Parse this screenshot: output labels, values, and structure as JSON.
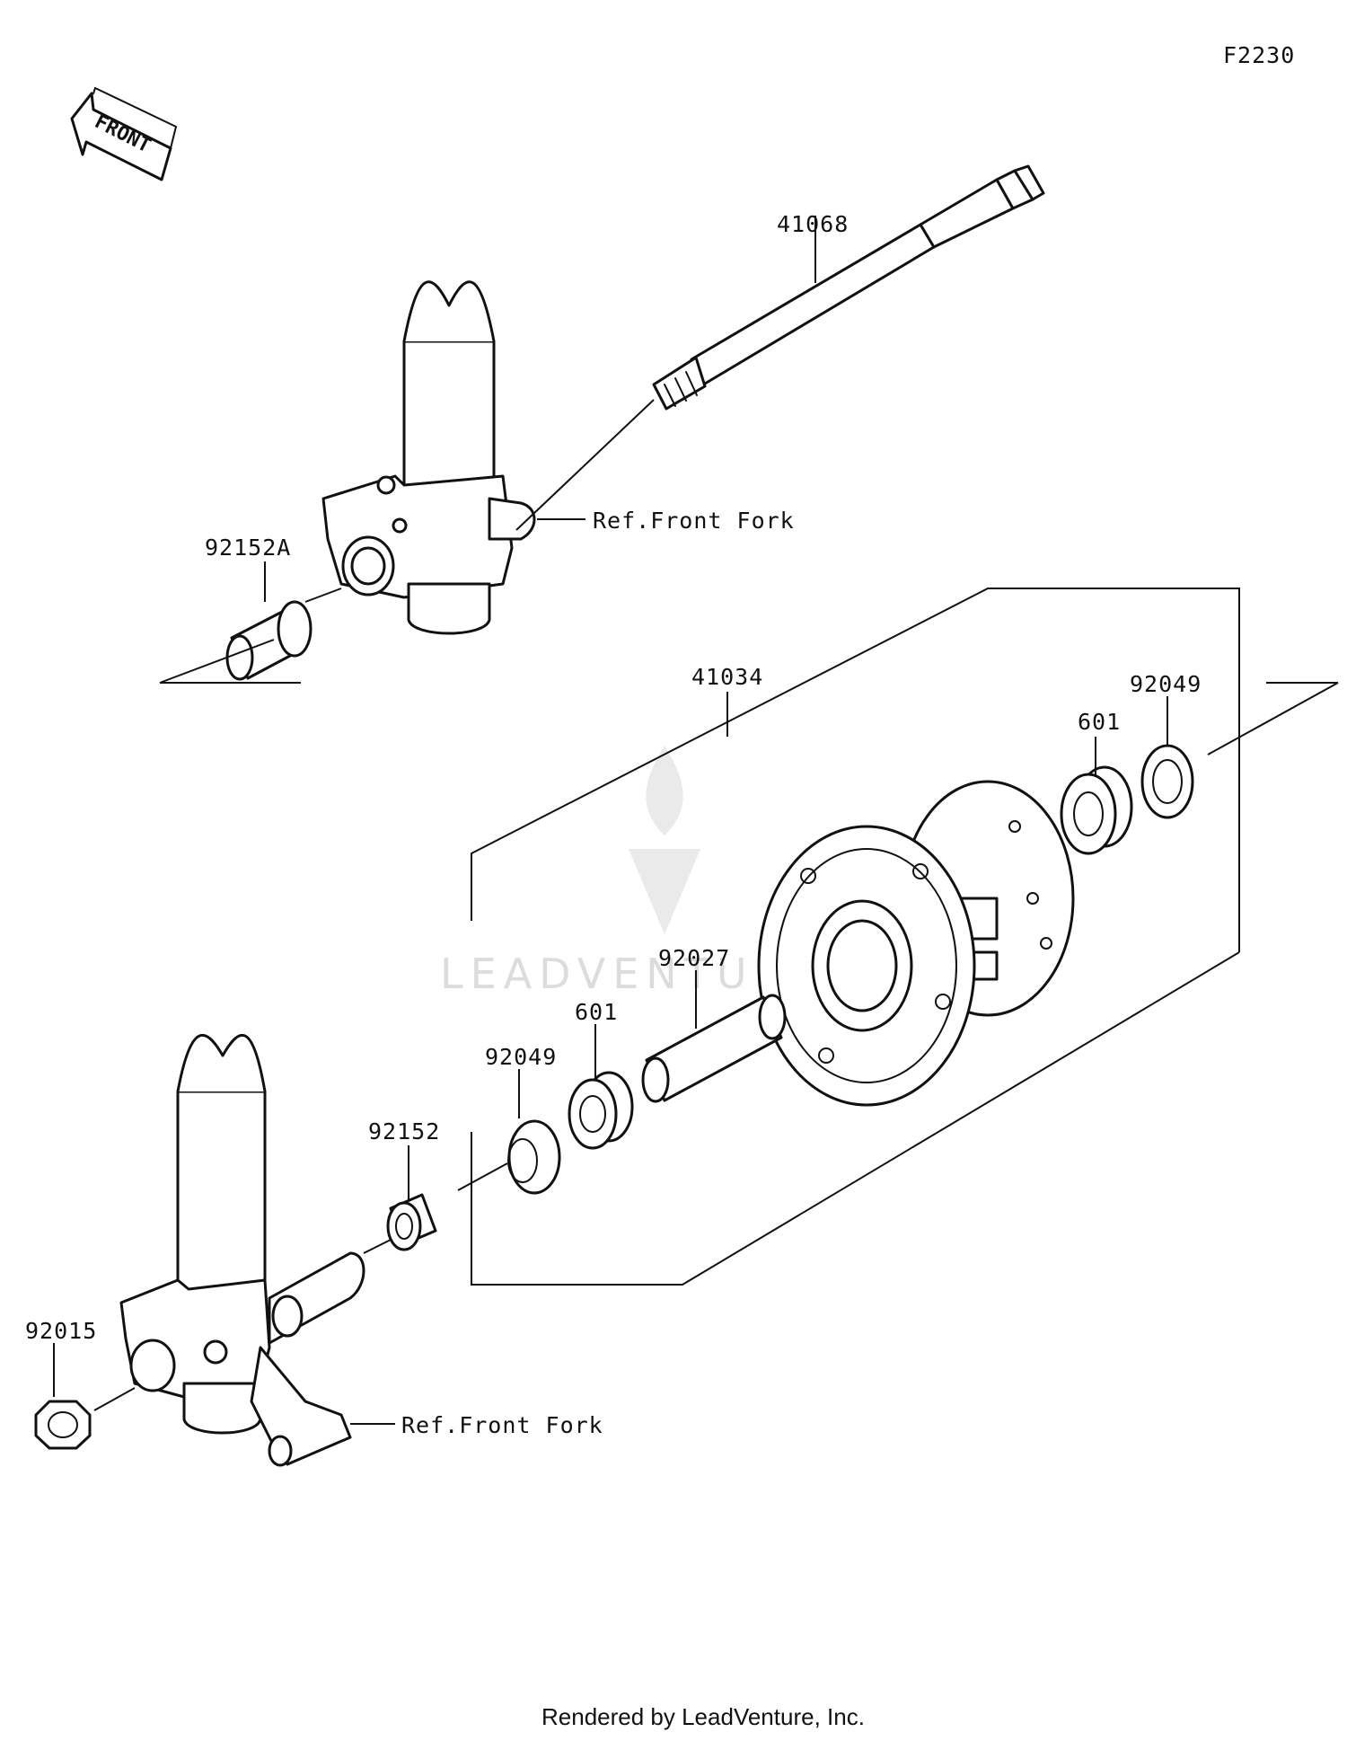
{
  "figure_code": "F2230",
  "front_arrow_text": "FRONT",
  "watermark_text": "LEADVENTURE",
  "footer_text": "Rendered by LeadVenture, Inc.",
  "labels": {
    "axle": "41068",
    "collar_upper": "92152A",
    "ref_fork_upper": "Ref.Front Fork",
    "hub": "41034",
    "seal_right": "92049",
    "bearing_right": "601",
    "spacer": "92027",
    "bearing_left": "601",
    "seal_left": "92049",
    "collar_lower": "92152",
    "nut": "92015",
    "ref_fork_lower": "Ref.Front Fork"
  }
}
